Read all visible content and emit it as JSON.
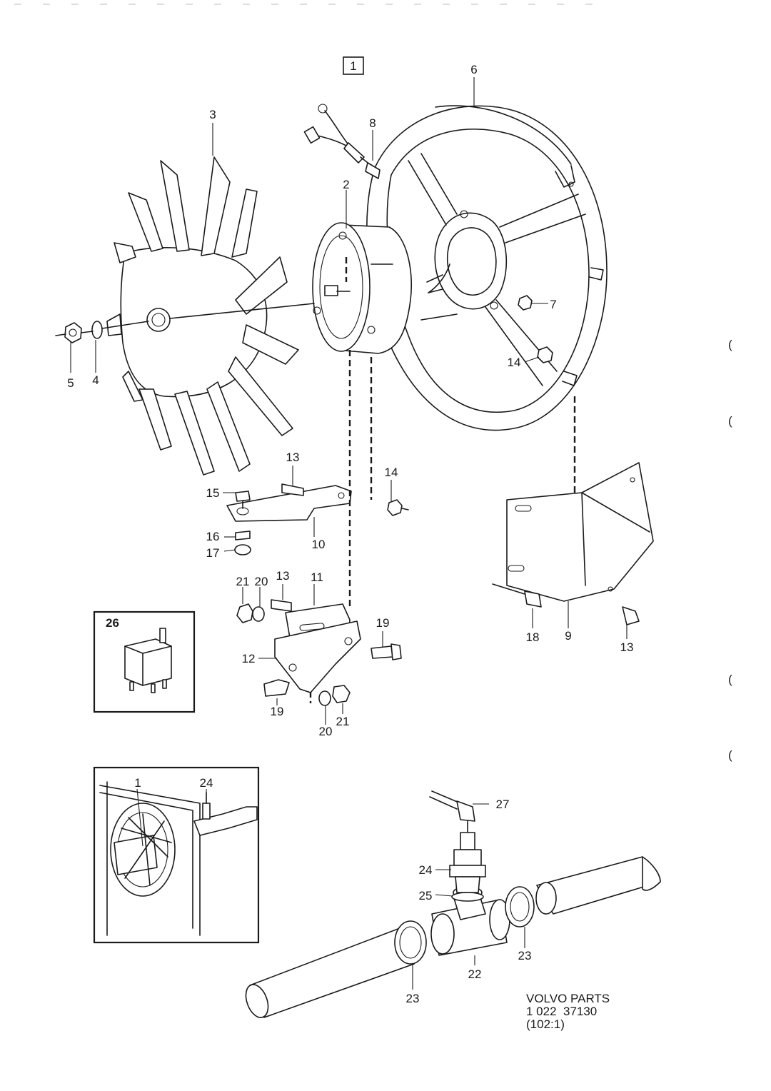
{
  "section_number": "1",
  "inset_relay_number": "26",
  "callouts": {
    "c1": "1",
    "c2": "2",
    "c3": "3",
    "c4": "4",
    "c5": "5",
    "c6": "6",
    "c7": "7",
    "c8": "8",
    "c9": "9",
    "c10": "10",
    "c11": "11",
    "c12": "12",
    "c13a": "13",
    "c13b": "13",
    "c13c": "13",
    "c14a": "14",
    "c14b": "14",
    "c15": "15",
    "c16": "16",
    "c17": "17",
    "c18": "18",
    "c19a": "19",
    "c19b": "19",
    "c20a": "20",
    "c20b": "20",
    "c21a": "21",
    "c21b": "21",
    "c22": "22",
    "c23a": "23",
    "c23b": "23",
    "c24a": "24",
    "c24b": "24",
    "c25": "25",
    "c27": "27"
  },
  "footer": {
    "brand": "VOLVO PARTS",
    "number": "1 022  37130",
    "ref": "(102:1)"
  },
  "margin_marks": [
    "(",
    "(",
    "(",
    "("
  ]
}
